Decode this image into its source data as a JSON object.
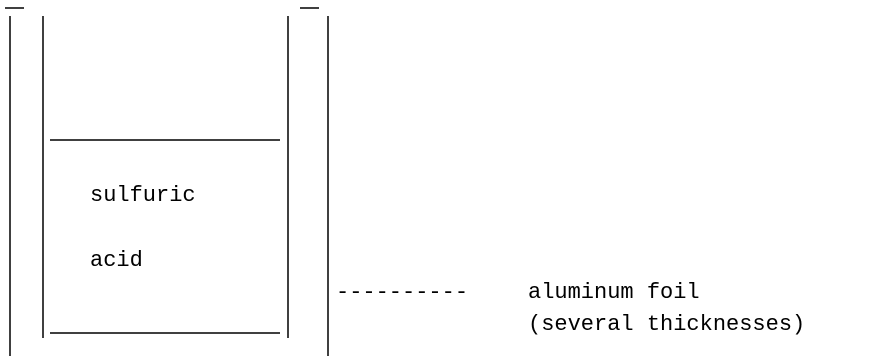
{
  "diagram": {
    "liquid_label_line1": "sulfuric",
    "liquid_label_line2": "acid",
    "foil_leader": "----------",
    "foil_label_line1": "aluminum foil",
    "foil_label_line2": "(several thicknesses)"
  }
}
